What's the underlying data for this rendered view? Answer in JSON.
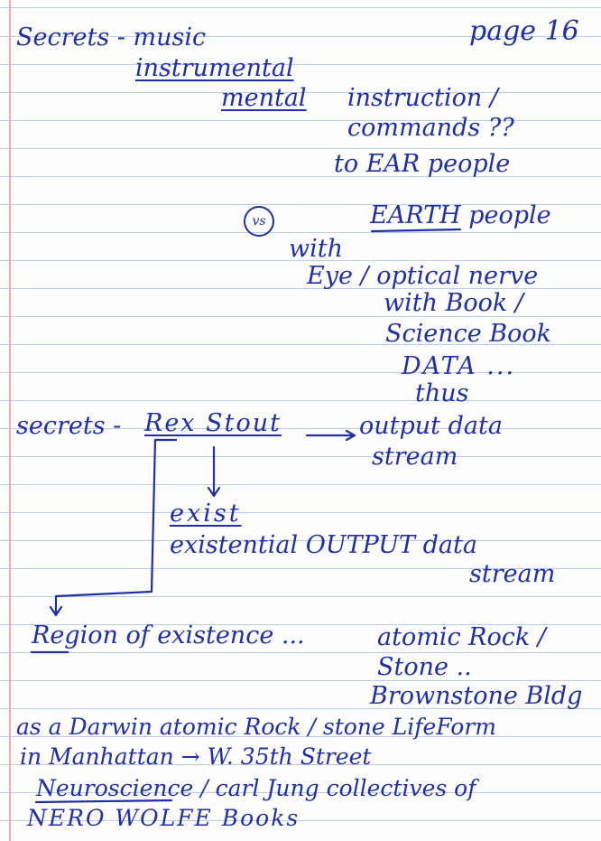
{
  "page_number": "page 16",
  "lines": {
    "l1": "Secrets - music",
    "l2": "instrumental",
    "l3a": "mental",
    "l3b": "instruction /",
    "l4": "commands ??",
    "l5": "to EAR people",
    "vs": "vs",
    "l6": "EARTH people",
    "l7": "with",
    "l8": "Eye / optical nerve",
    "l9": "with Book /",
    "l10": "Science Book",
    "l11": "DATA ...",
    "l12": "thus",
    "l13a": "secrets -",
    "l13b": "Rex Stout",
    "l13c": "output data",
    "l14": "stream",
    "l15": "exist",
    "l16": "existential OUTPUT data",
    "l17": "stream",
    "l18a": "Region of existence ...",
    "l18b": "atomic Rock /",
    "l19": "Stone ..",
    "l20": "Brownstone Bldg",
    "l21": "as a Darwin atomic Rock / stone LifeForm",
    "l22": "in Manhattan → W. 35th Street",
    "l23": "Neuroscience / carl Jung collectives of",
    "l24": "NERO WOLFE Books"
  },
  "colors": {
    "ink": "#1f2fa8",
    "rule": "#b8cbe6",
    "margin": "#f2a8b0"
  }
}
